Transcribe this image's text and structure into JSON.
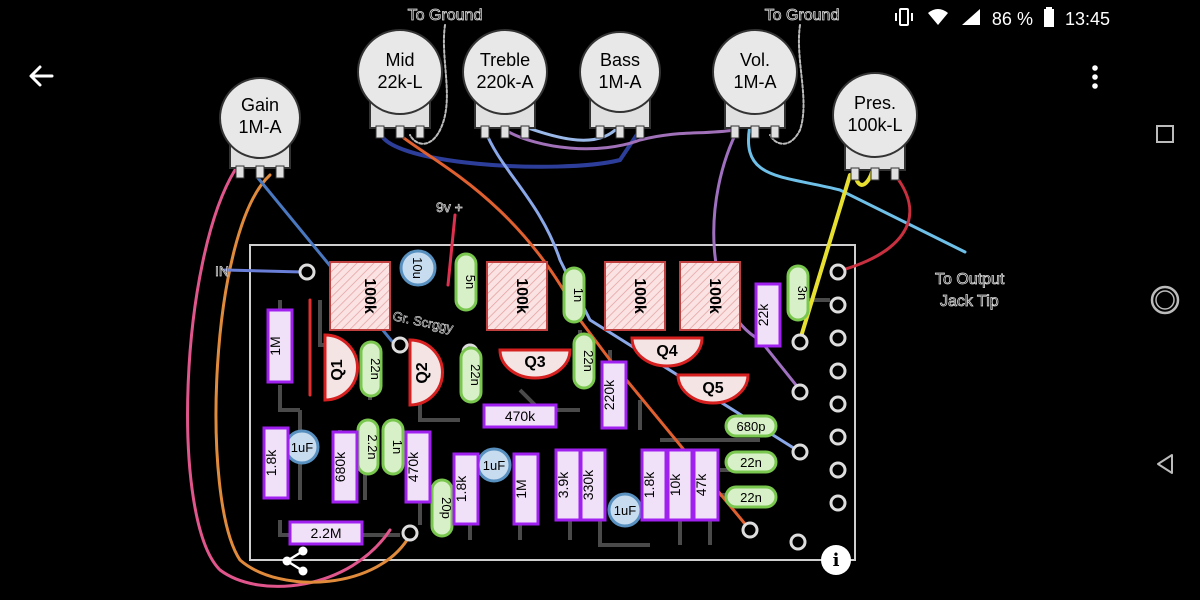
{
  "status_bar": {
    "battery_percent": "86 %",
    "time": "13:45"
  },
  "diagram": {
    "ground_label_left": "To Ground",
    "ground_label_right": "To Ground",
    "pots": [
      {
        "name": "Gain",
        "value": "1M-A"
      },
      {
        "name": "Mid",
        "value": "22k-L"
      },
      {
        "name": "Treble",
        "value": "220k-A"
      },
      {
        "name": "Bass",
        "value": "1M-A"
      },
      {
        "name": "Vol.",
        "value": "1M-A"
      },
      {
        "name": "Pres.",
        "value": "100k-L"
      }
    ],
    "labels": {
      "in": "IN",
      "supply": "9v +",
      "gnd_scrggy": "Gr. Scrggy",
      "output_1": "To Output",
      "output_2": "Jack Tip"
    },
    "trimmers": [
      "100k",
      "100k",
      "100k",
      "100k"
    ],
    "transistors": [
      "Q1",
      "Q2",
      "Q3",
      "Q4",
      "Q5"
    ],
    "components": {
      "c_10u_top": "10u",
      "c_5n": "5n",
      "c_1n_top": "1n",
      "c_3n": "3n",
      "r_1m": "1M",
      "r_22k": "22k",
      "c_22n_q1": "22n",
      "c_22n_q2": "22n",
      "c_22n_q4": "22n",
      "r_220k": "220k",
      "r_470k_h": "470k",
      "c_680p": "680p",
      "c_22n_r1": "22n",
      "c_22n_r2": "22n",
      "r_1_8k_a": "1.8k",
      "c_1uf_a": "1uF",
      "r_680k": "680k",
      "c_2_2n": "2.2n",
      "c_1n_mid": "1n",
      "r_470k_v": "470k",
      "c_20p": "20p",
      "r_1_8k_b": "1.8k",
      "c_1uf_b": "1uF",
      "r_1m_b": "1M",
      "r_3_9k": "3.9k",
      "r_330k": "330k",
      "c_1uf_c": "1uF",
      "r_1_8k_c": "1.8k",
      "r_10k": "10k",
      "r_47k": "47k",
      "r_2_2m": "2.2M"
    }
  },
  "info_button": {
    "label": "i"
  },
  "colors": {
    "board": "#000000",
    "resistor": "#a020f0",
    "cap_film": "#7ac74f",
    "transistor": "#d62020",
    "trace": "#505050"
  }
}
